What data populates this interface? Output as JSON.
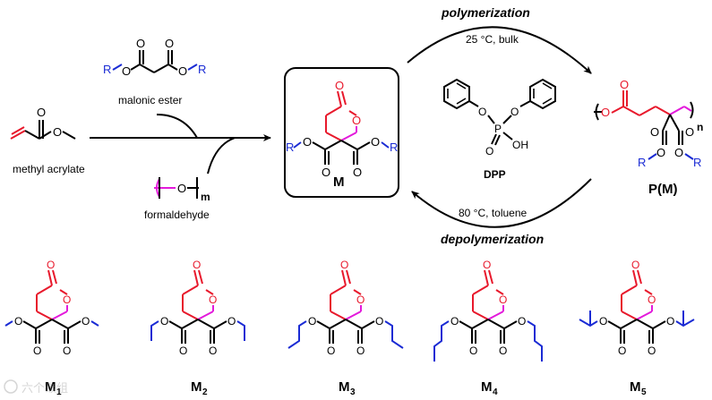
{
  "title_top": "polymerization",
  "cond_top": "25 °C, bulk",
  "title_bottom": "depolymerization",
  "cond_bottom": "80 °C, toluene",
  "reagents": {
    "acrylate": "methyl acrylate",
    "malonate": "malonic ester",
    "formaldehyde": "formaldehyde",
    "formaldehyde_repeat": "m"
  },
  "monomer": {
    "label": "M"
  },
  "catalyst": {
    "label": "DPP",
    "O": "O",
    "P": "P",
    "OH": "OH"
  },
  "polymer": {
    "label": "P(M)",
    "repeat": "n"
  },
  "atoms": {
    "O": "O",
    "R": "R"
  },
  "monomers": [
    {
      "label": "M",
      "sub": "1"
    },
    {
      "label": "M",
      "sub": "2"
    },
    {
      "label": "M",
      "sub": "3"
    },
    {
      "label": "M",
      "sub": "4"
    },
    {
      "label": "M",
      "sub": "5"
    }
  ],
  "watermark": "六个碳组",
  "colors": {
    "red": "#e8192c",
    "magenta": "#e31adb",
    "blue": "#1a2bd4",
    "black": "#000000"
  }
}
